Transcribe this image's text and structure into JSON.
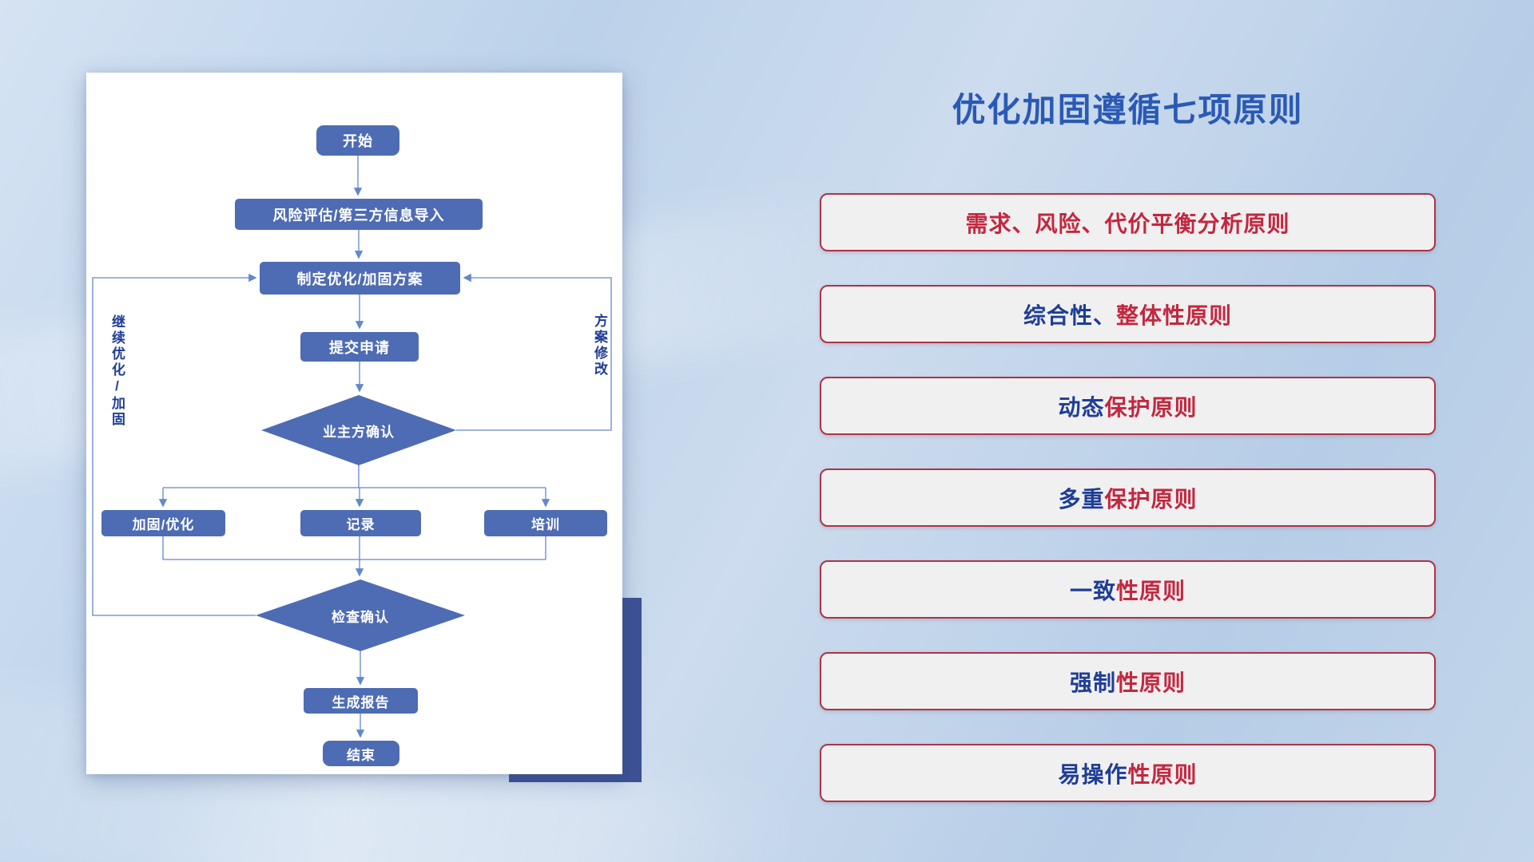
{
  "page": {
    "title": "优化加固遵循七项原则"
  },
  "flowchart": {
    "nodes": {
      "start": "开始",
      "risk": "风险评估/第三方信息导入",
      "plan": "制定优化/加固方案",
      "submit": "提交申请",
      "owner_confirm": "业主方确认",
      "harden": "加固/优化",
      "record": "记录",
      "train": "培训",
      "check_confirm": "检查确认",
      "report": "生成报告",
      "end": "结束"
    },
    "labels": {
      "left_loop": "继续优化/加固",
      "right_loop": "方案修改"
    }
  },
  "principles": {
    "items": [
      {
        "segments": [
          {
            "text": "需求、风险、代价平衡分析原则",
            "color": "crimson"
          }
        ]
      },
      {
        "segments": [
          {
            "text": "综合性、",
            "color": "navy"
          },
          {
            "text": "整体性原则",
            "color": "crimson"
          }
        ]
      },
      {
        "segments": [
          {
            "text": "动态",
            "color": "navy"
          },
          {
            "text": "保护原则",
            "color": "crimson"
          }
        ]
      },
      {
        "segments": [
          {
            "text": "多重",
            "color": "navy"
          },
          {
            "text": "保护原则",
            "color": "crimson"
          }
        ]
      },
      {
        "segments": [
          {
            "text": "一致",
            "color": "navy"
          },
          {
            "text": "性原则",
            "color": "crimson"
          }
        ]
      },
      {
        "segments": [
          {
            "text": "强制",
            "color": "navy"
          },
          {
            "text": "性原则",
            "color": "crimson"
          }
        ]
      },
      {
        "segments": [
          {
            "text": "易操作",
            "color": "navy"
          },
          {
            "text": "性原则",
            "color": "crimson"
          }
        ]
      }
    ]
  },
  "colors": {
    "navy": "#1e3d96",
    "crimson": "#c3273f",
    "title": "#2b5ab5",
    "node_fill": "#4e6cb3",
    "node_text": "#ffffff",
    "line": "#6288cc",
    "box_border": "#b03246",
    "box_bg": "#f1f0f1",
    "accent_block": "#3d5295",
    "card_bg": "#ffffff",
    "bg_top": "#d5e3f3",
    "bg_bottom": "#b6cde7"
  }
}
